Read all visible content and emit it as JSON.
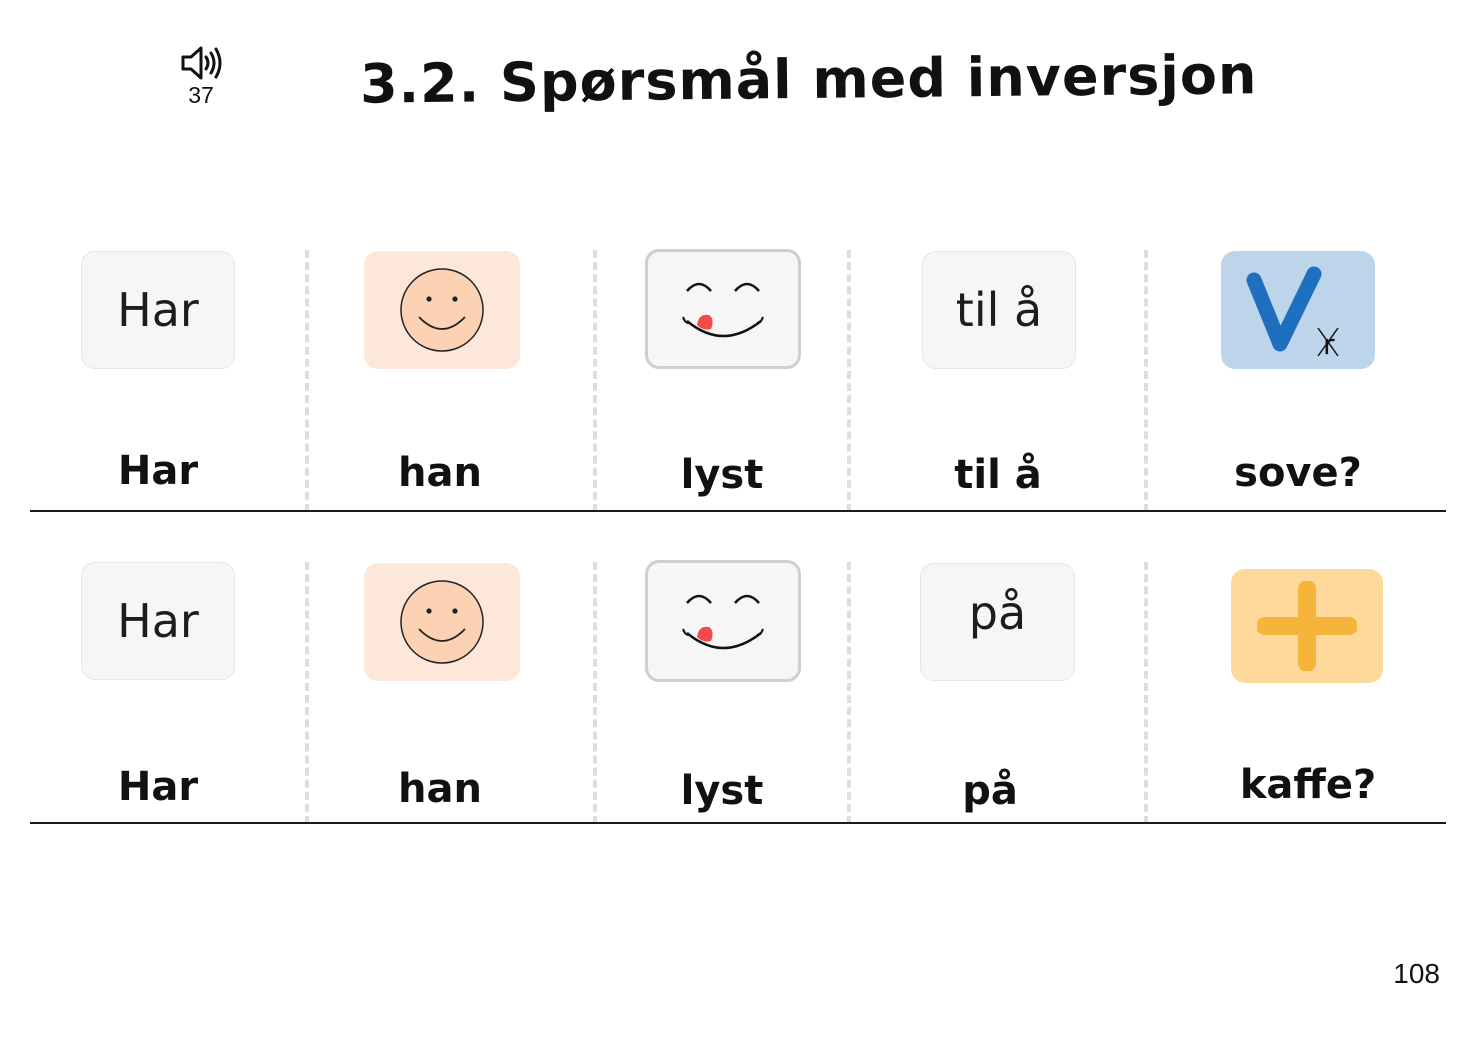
{
  "header": {
    "audio_track": "37",
    "title": "3.2. Spørsmål med inversjon"
  },
  "rows": [
    {
      "cards": [
        {
          "type": "text",
          "text": "Har"
        },
        {
          "type": "icon",
          "icon": "smiley-face-icon"
        },
        {
          "type": "icon",
          "icon": "yummy-face-icon"
        },
        {
          "type": "text",
          "text": "til å"
        },
        {
          "type": "icon",
          "icon": "verb-v-icon",
          "text": "r"
        }
      ],
      "words": [
        "Har",
        "han",
        "lyst",
        "til å",
        "sove?"
      ]
    },
    {
      "cards": [
        {
          "type": "text",
          "text": "Har"
        },
        {
          "type": "icon",
          "icon": "smiley-face-icon"
        },
        {
          "type": "icon",
          "icon": "yummy-face-icon"
        },
        {
          "type": "text",
          "text": "på"
        },
        {
          "type": "icon",
          "icon": "plus-icon"
        }
      ],
      "words": [
        "Har",
        "han",
        "lyst",
        "på",
        "kaffe?"
      ]
    }
  ],
  "colors": {
    "peach": "#fde7db",
    "blue_card": "#bdd5ea",
    "blue_v": "#1f6fbf",
    "orange_card": "#fdd99c",
    "orange_plus": "#f7b43a"
  },
  "footer": {
    "page_number": "108"
  }
}
